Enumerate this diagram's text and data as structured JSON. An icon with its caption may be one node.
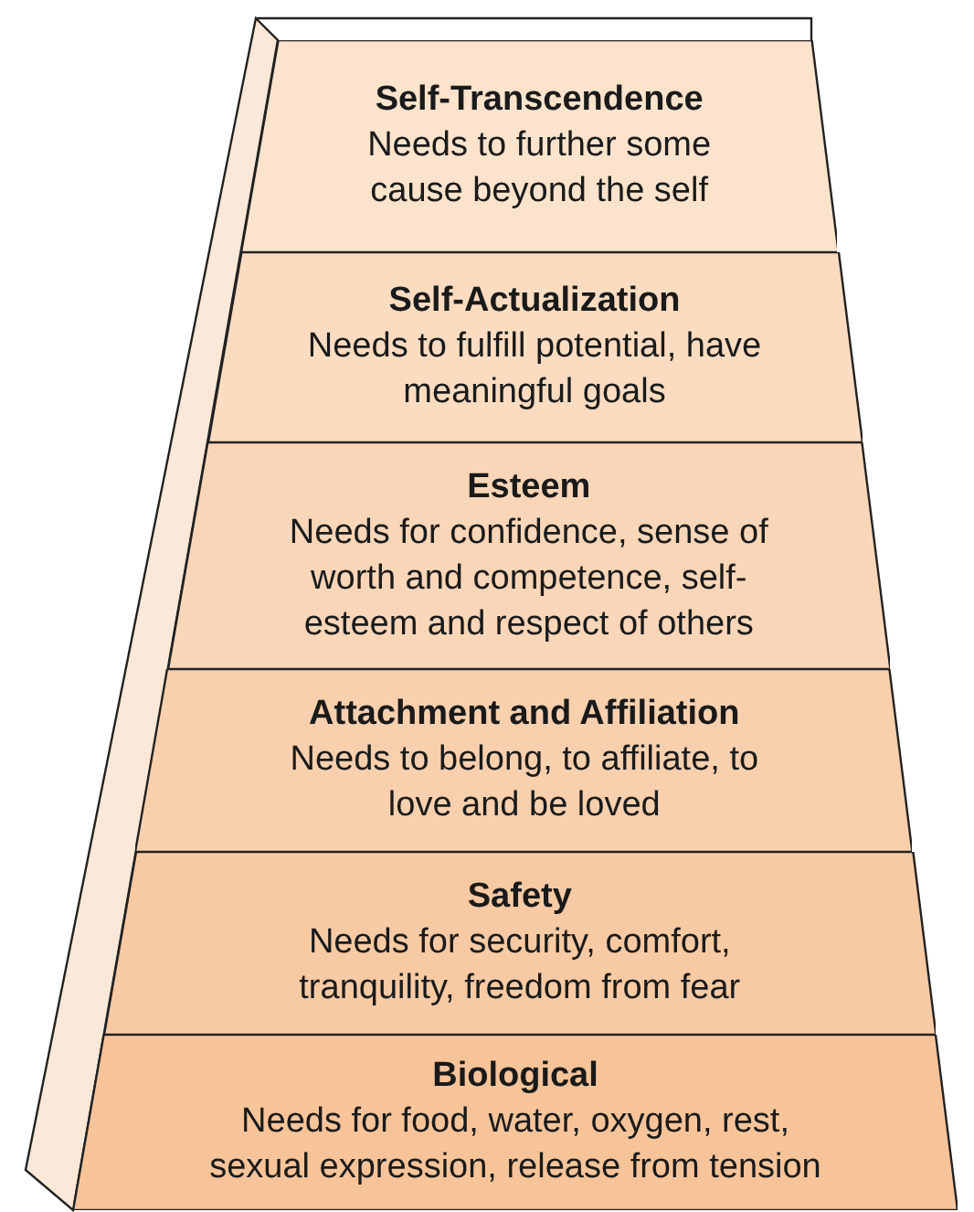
{
  "diagram": {
    "nodes": [
      {
        "text": [
          "Self-Transcendence",
          "Needs to further some cause beyond the self"
        ]
      },
      {
        "text": [
          "Self-Actualization",
          "Needs to fulfill potential, have meaningful goals"
        ]
      },
      {
        "text": [
          "Esteem",
          "Needs for confidence, sense of worth and competence, self-esteem and respect of others"
        ]
      },
      {
        "text": [
          "Attachment and Affiliation",
          "Needs to belong, to affiliate, to love and be loved"
        ]
      },
      {
        "text": [
          "Safety",
          "Needs for security, comfort, tranquility, freedom from fear"
        ]
      },
      {
        "text": [
          "Biological",
          "Needs for food, water, oxygen, rest, sexual expression, release from tension"
        ]
      }
    ]
  }
}
